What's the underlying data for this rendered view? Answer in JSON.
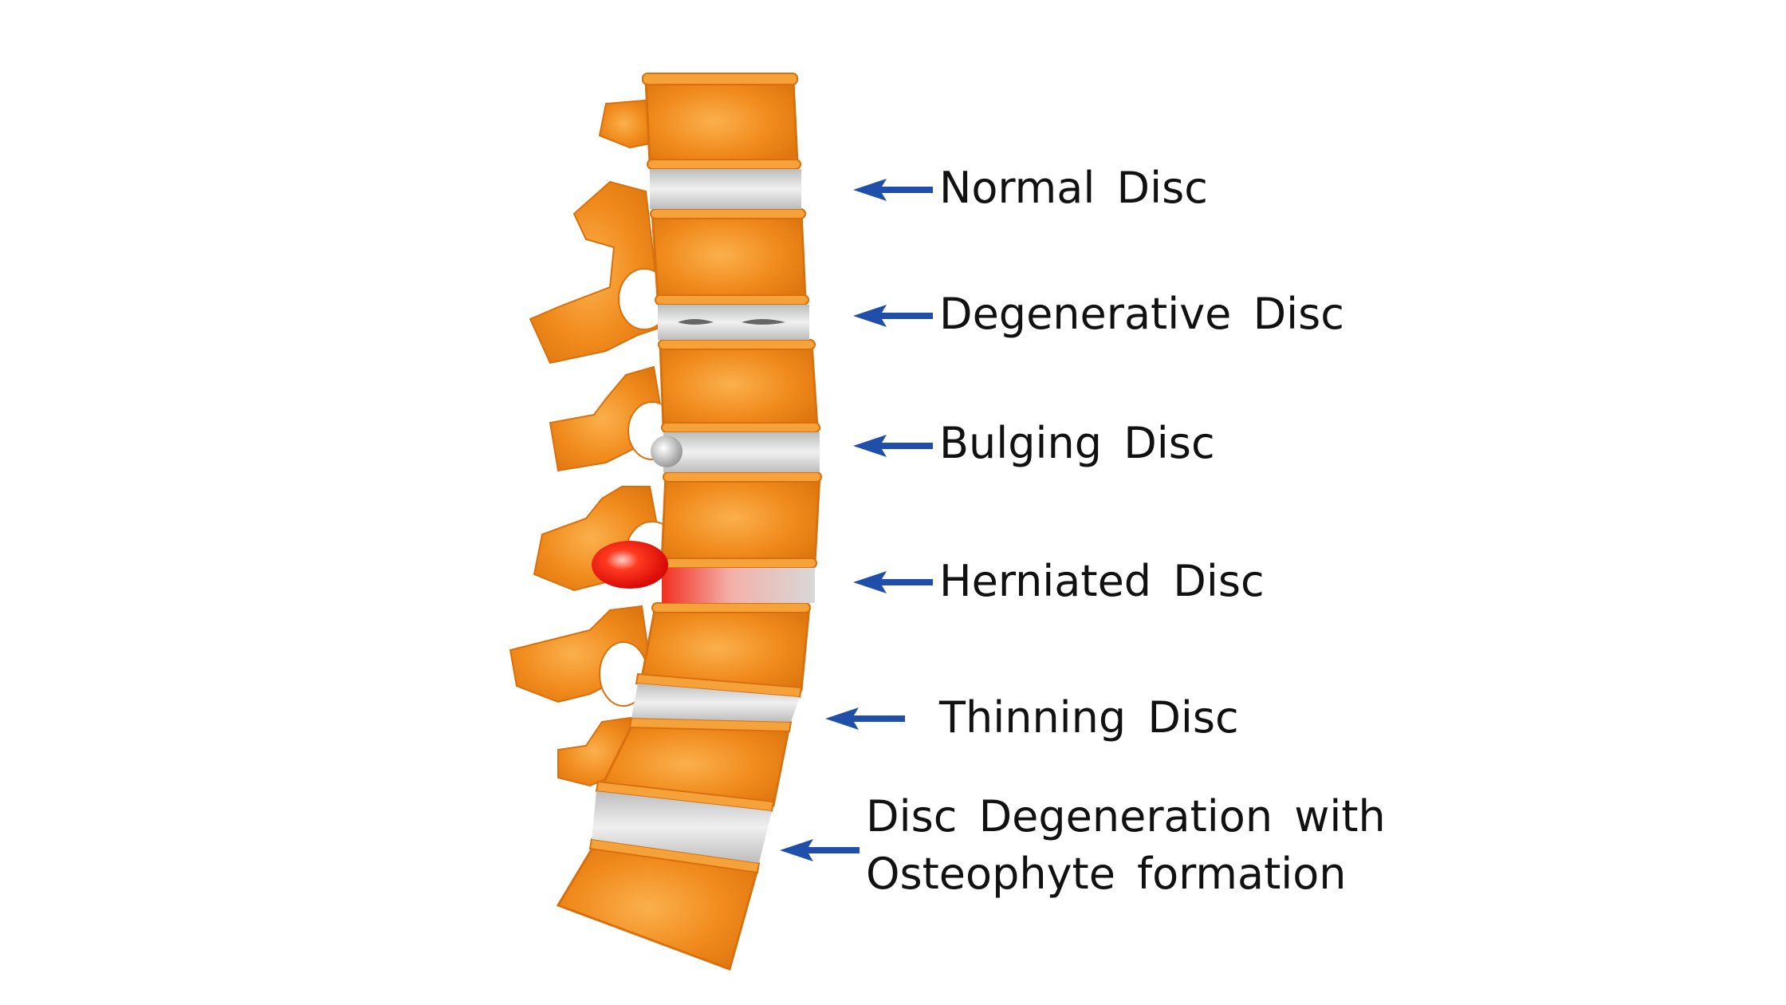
{
  "colors": {
    "bone": "#f08a1c",
    "bone_light": "#f7a540",
    "bone_dark": "#d9700e",
    "disc": "#d4d4d4",
    "disc_highlight": "#eeeeee",
    "herniation": "#e8100a",
    "arrow": "#1f4fa8",
    "text": "#111111"
  },
  "labels": [
    {
      "id": "normal",
      "text": "Normal Disc"
    },
    {
      "id": "degenerative",
      "text": "Degenerative Disc"
    },
    {
      "id": "bulging",
      "text": "Bulging Disc"
    },
    {
      "id": "herniated",
      "text": "Herniated Disc"
    },
    {
      "id": "thinning",
      "text": "Thinning Disc"
    },
    {
      "id": "osteophyte",
      "line1": "Disc Degeneration with",
      "line2": "Osteophyte formation"
    }
  ],
  "icons": [
    "arrow-left-icon"
  ]
}
